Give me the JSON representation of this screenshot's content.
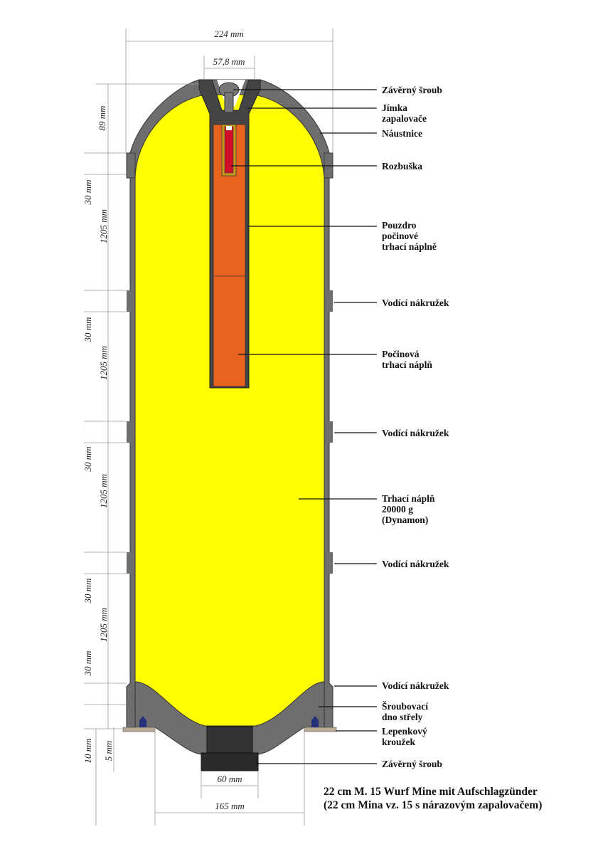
{
  "colors": {
    "shell": "#6e6e6e",
    "charge": "#ffff00",
    "booster": "#e8641e",
    "detonator": "#d0102a",
    "plug": "#333333",
    "gasket": "#b8ab94",
    "bolt": "#26307a"
  },
  "dimensions": {
    "overall_width": "224 mm",
    "fuze_width": "57,8 mm",
    "nose_height": "89 mm",
    "ring_1": "30 mm",
    "section_1": "1205 mm",
    "ring_2": "30 mm",
    "section_2": "1205 mm",
    "ring_3": "30 mm",
    "section_3": "1205 mm",
    "ring_4": "30 mm",
    "section_4": "1205 mm",
    "ring_5": "30 mm",
    "base_10": "10 mm",
    "base_5": "5 mm",
    "plug_width": "60 mm",
    "base_width": "165 mm"
  },
  "labels": [
    {
      "lines": [
        "Závěrný šroub"
      ]
    },
    {
      "lines": [
        "Jímka",
        "zapalovače"
      ]
    },
    {
      "lines": [
        "Náustnice"
      ]
    },
    {
      "lines": [
        "Rozbuška"
      ]
    },
    {
      "lines": [
        "Pouzdro",
        "počinové",
        "trhací náplně"
      ]
    },
    {
      "lines": [
        "Vodící nákružek"
      ]
    },
    {
      "lines": [
        "Počinová",
        "trhací náplň"
      ]
    },
    {
      "lines": [
        "Vodící nákružek"
      ]
    },
    {
      "lines": [
        "Trhací náplň",
        "20000 g",
        "(Dynamon)"
      ]
    },
    {
      "lines": [
        "Vodící nákružek"
      ]
    },
    {
      "lines": [
        "Vodící nákružek"
      ]
    },
    {
      "lines": [
        "Šroubovací",
        "dno střely"
      ]
    },
    {
      "lines": [
        "Lepenkový",
        "kroužek"
      ]
    },
    {
      "lines": [
        "Závěrný šroub"
      ]
    }
  ],
  "title": {
    "line1": "22 cm M. 15 Wurf Mine mit Aufschlagzünder",
    "line2": "(22 cm Mina vz. 15 s nárazovým zapalovačem)"
  }
}
